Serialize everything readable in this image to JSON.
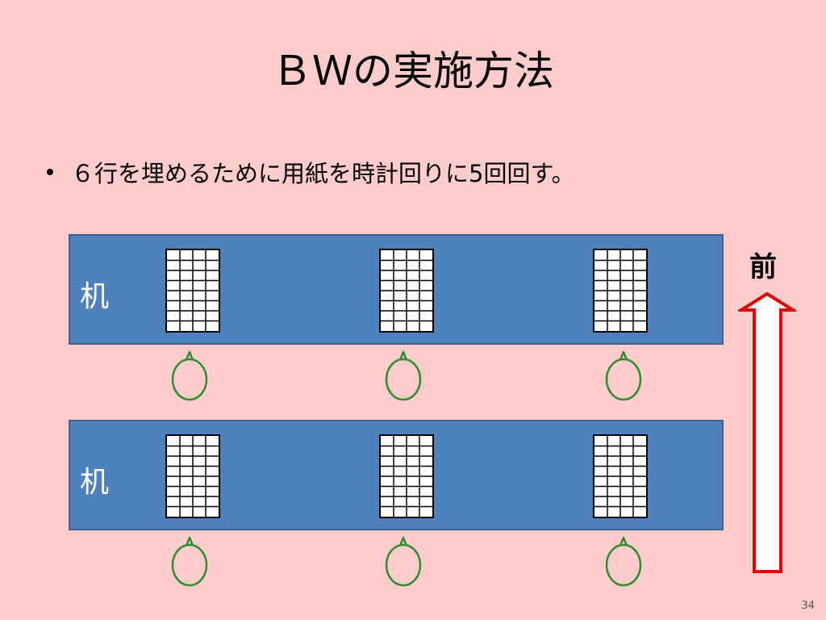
{
  "title": "ＢＷの実施方法",
  "bullet": "６行を埋めるために用紙を時計回りに5回回す。",
  "desks": [
    {
      "label": "机"
    },
    {
      "label": "机"
    }
  ],
  "front_label": "前",
  "page_number": "34",
  "colors": {
    "background": "#ffcccc",
    "desk": "#4f81bd",
    "person_outline": "#2e8b2e",
    "arrow": "#e00000"
  },
  "icons": {
    "sheet": "grid-sheet-icon",
    "person": "person-head-icon",
    "arrow": "up-arrow-icon"
  }
}
